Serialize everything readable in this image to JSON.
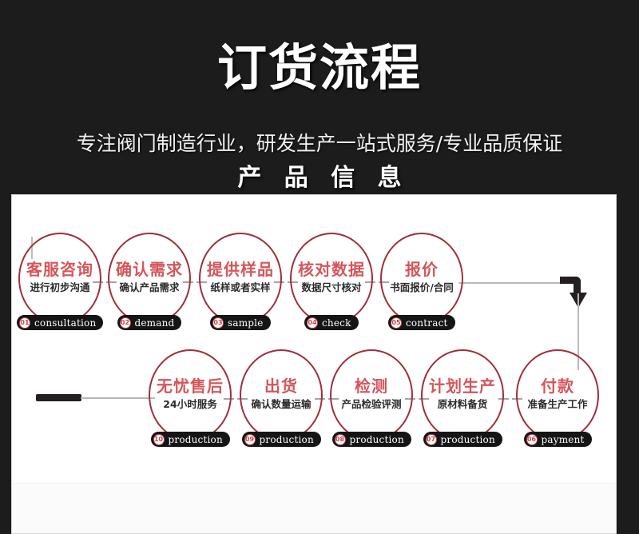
{
  "header": {
    "main_title": "订货流程",
    "subtitle": "专注阀门制造行业，研发生产一站式服务/专业品质保证",
    "section_label": "产 品 信 息"
  },
  "colors": {
    "background": "#1c1c1c",
    "panel": "#ffffff",
    "oval_stroke": "#9e2f3c",
    "node_title": "#d4565a",
    "node_sub": "#2b2b2b",
    "badge_bg": "#151515",
    "badge_num": "#c6474c",
    "connector": "#b9b9b9",
    "arrow": "#231f20"
  },
  "flow": {
    "row1": [
      {
        "title": "客服咨询",
        "sub": "进行初步沟通",
        "num": "01",
        "en": "consultation"
      },
      {
        "title": "确认需求",
        "sub": "确认产品需求",
        "num": "02",
        "en": "demand"
      },
      {
        "title": "提供样品",
        "sub": "纸样或者实样",
        "num": "03",
        "en": "sample"
      },
      {
        "title": "核对数据",
        "sub": "数据尺寸核对",
        "num": "04",
        "en": "check"
      },
      {
        "title": "报价",
        "sub": "书面报价/合同",
        "num": "05",
        "en": "contract"
      }
    ],
    "row2": [
      {
        "title": "无忧售后",
        "sub": "24小时服务",
        "num": "10",
        "en": "production"
      },
      {
        "title": "出货",
        "sub": "确认数量运输",
        "num": "09",
        "en": "production"
      },
      {
        "title": "检测",
        "sub": "产品检验评测",
        "num": "08",
        "en": "production"
      },
      {
        "title": "计划生产",
        "sub": "原材料备货",
        "num": "07",
        "en": "production"
      },
      {
        "title": "付款",
        "sub": "准备生产工作",
        "num": "06",
        "en": "payment"
      }
    ]
  }
}
